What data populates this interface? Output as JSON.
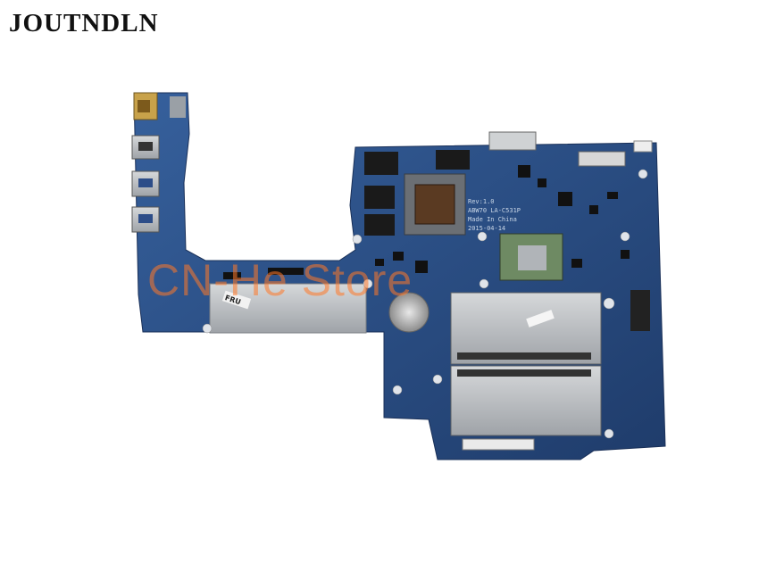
{
  "brand": {
    "name": "JOUTNDLN"
  },
  "watermark": {
    "text": "CN-He Store"
  },
  "board": {
    "silkscreen_line1": "Rev:1.0",
    "silkscreen_line2": "ABW70 LA-C531P",
    "silkscreen_line3": "Made In China",
    "silkscreen_line4": "2015-04-14",
    "fru_label": "FRU"
  },
  "colors": {
    "pcb": "#2c4f86",
    "pcb_dark": "#1f3c6b",
    "metal": "#b9bcc0",
    "watermark": "#ff7a2a"
  }
}
